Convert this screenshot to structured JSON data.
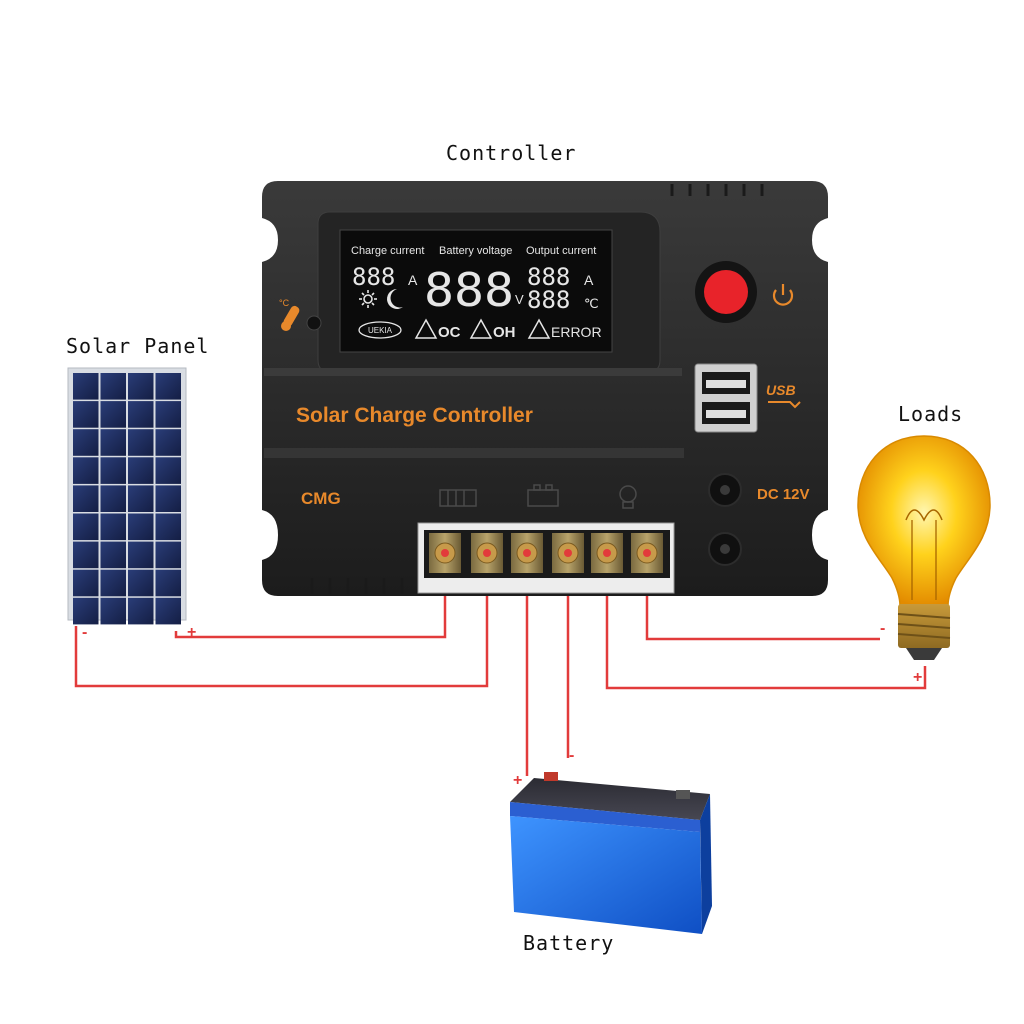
{
  "labels": {
    "controller": "Controller",
    "solar_panel": "Solar Panel",
    "loads": "Loads",
    "battery": "Battery"
  },
  "device": {
    "title": "Solar Charge Controller",
    "brand": "CMG",
    "lcd": {
      "charge_current": "Charge current",
      "battery_voltage": "Battery voltage",
      "output_current": "Output current",
      "charge_digits": "888",
      "charge_unit": "A",
      "voltage_digits": "888",
      "voltage_unit": "V",
      "output_digits": "888",
      "output_unit": "A",
      "temp_digits": "888",
      "temp_unit": "℃",
      "badge": "UEKIA",
      "oc": "OC",
      "oh": "OH",
      "error": "ERROR"
    },
    "usb_label": "USB",
    "dc_label": "DC 12V"
  },
  "polarity": {
    "plus": "+",
    "minus": "-"
  },
  "colors": {
    "housing": "#2b2b2b",
    "accent_orange": "#e8892b",
    "wire_red": "#e23b3b",
    "power_button": "#e8232a",
    "battery_blue": "#1f6fe0"
  }
}
